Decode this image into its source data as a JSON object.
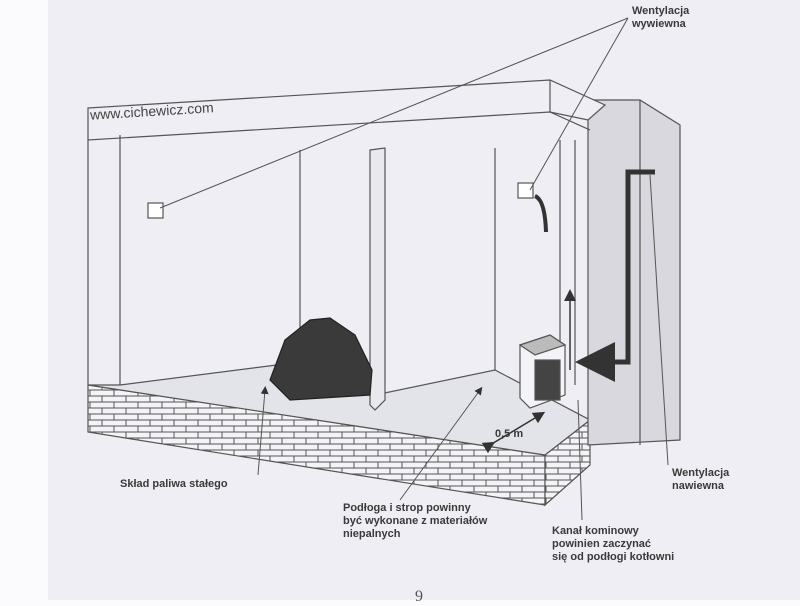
{
  "watermark": "www.cichewicz.com",
  "labels": {
    "exhaust_vent": "Wentylacja\nwywiewna",
    "fuel_storage": "Skład paliwa stałego",
    "floor_ceiling": "Podłoga i strop powinny\nbyć wykonane z materiałów\nniepalnych",
    "chimney_channel": "Kanał kominowy\npowinien zaczynać\nsię od podłogi kotłowni",
    "supply_vent": "Wentylacja\nnawiewna",
    "distance": "0,5 m"
  },
  "page_number": "9"
}
